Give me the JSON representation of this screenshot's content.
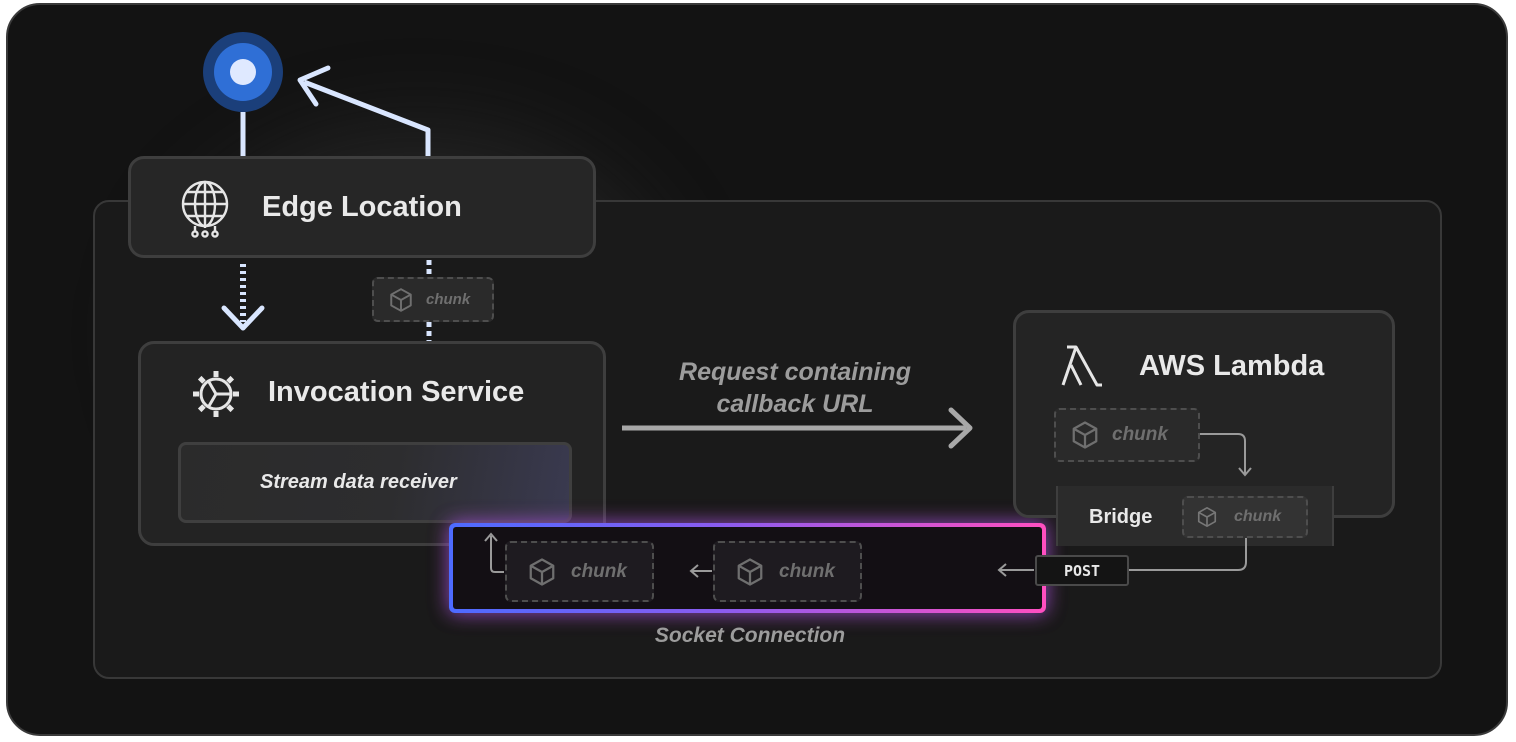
{
  "nodes": {
    "edge_location": "Edge Location",
    "invocation_service": "Invocation Service",
    "stream_receiver": "Stream data receiver",
    "aws_lambda": "AWS Lambda",
    "bridge": "Bridge",
    "post": "POST"
  },
  "labels": {
    "request_line1": "Request containing",
    "request_line2": "callback URL",
    "socket": "Socket Connection"
  },
  "chunks": {
    "top": "chunk",
    "lambda": "chunk",
    "bridge": "chunk",
    "socket_a": "chunk",
    "socket_b": "chunk"
  },
  "icons": [
    "client-dot-icon",
    "globe-icon",
    "gear-icon",
    "lambda-icon",
    "cube-icon"
  ],
  "colors": {
    "background": "#131313",
    "socket_gradient_start": "#4d6bff",
    "socket_gradient_end": "#ff4fc0",
    "flow_line": "#d9e6ff",
    "client_dot": "#2f6fd6"
  }
}
